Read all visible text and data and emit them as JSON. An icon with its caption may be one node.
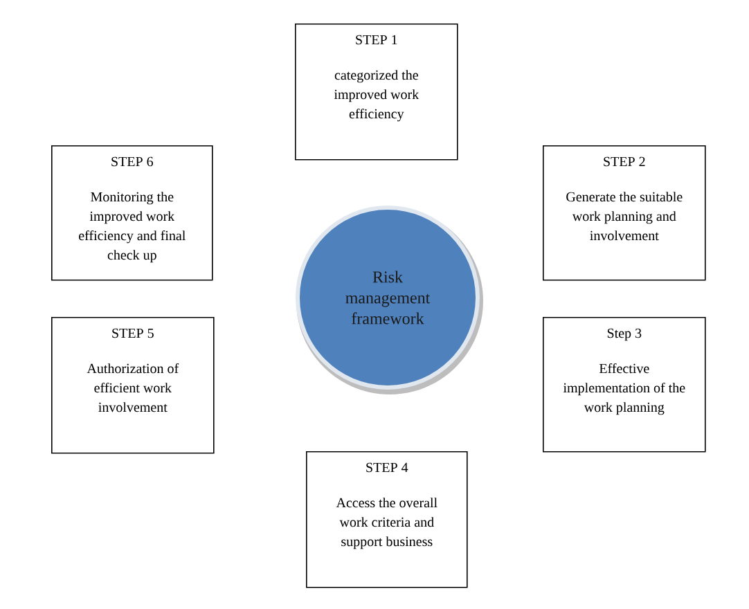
{
  "diagram": {
    "nodes": [
      {
        "text": [
          "Risk management framework"
        ]
      },
      {
        "text": [
          "STEP 1",
          "categorized the improved work efficiency"
        ]
      },
      {
        "text": [
          "STEP 2",
          "Generate the suitable work planning and involvement"
        ]
      },
      {
        "text": [
          "Step 3",
          "Effective implementation of the work planning"
        ]
      },
      {
        "text": [
          "STEP 4",
          "Access the overall work criteria and support business"
        ]
      },
      {
        "text": [
          "STEP 5",
          "Authorization of efficient work involvement"
        ]
      },
      {
        "text": [
          "STEP 6",
          "Monitoring the improved work efficiency and final check up"
        ]
      }
    ]
  }
}
